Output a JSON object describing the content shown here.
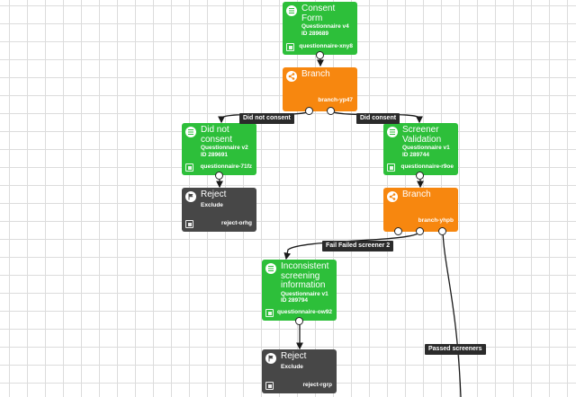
{
  "nodes": {
    "consent_form": {
      "title_lines": [
        "Consent",
        "Form"
      ],
      "meta_lines": [
        "Questionnaire v4",
        "ID 289689"
      ],
      "ref": "questionnaire-xny8"
    },
    "branch_top": {
      "title": "Branch",
      "ref": "branch-yp47"
    },
    "did_not_consent": {
      "title_lines": [
        "Did not",
        "consent"
      ],
      "meta_lines": [
        "Questionnaire v2",
        "ID 289691"
      ],
      "ref": "questionnaire-71fz"
    },
    "screener_validation": {
      "title_lines": [
        "Screener",
        "Validation"
      ],
      "meta_lines": [
        "Questionnaire v1",
        "ID 289744"
      ],
      "ref": "questionnaire-r9oe"
    },
    "reject_left": {
      "title": "Reject",
      "subtitle": "Exclude",
      "ref": "reject-orhg"
    },
    "branch_mid": {
      "title": "Branch",
      "ref": "branch-yhpb"
    },
    "inconsistent": {
      "title_lines": [
        "Inconsistent",
        "screening",
        "information"
      ],
      "meta_lines": [
        "Questionnaire v1",
        "ID 289794"
      ],
      "ref": "questionnaire-ow92"
    },
    "reject_bottom": {
      "title": "Reject",
      "subtitle": "Exclude",
      "ref": "reject-rgrp"
    }
  },
  "edge_labels": {
    "did_not_consent": "Did not consent",
    "did_consent": "Did consent",
    "fail_screener": "Fail Failed screener 2",
    "passed_screeners": "Passed screeners"
  },
  "colors": {
    "questionnaire": "#2dbf3a",
    "branch": "#f7870f",
    "reject": "#474747",
    "connector": "#1a1a1a",
    "grid": "#dcdcdc"
  },
  "icons": {
    "questionnaire": "list-icon",
    "branch": "share-icon",
    "reject": "flag-icon",
    "copy": "copy-icon"
  }
}
